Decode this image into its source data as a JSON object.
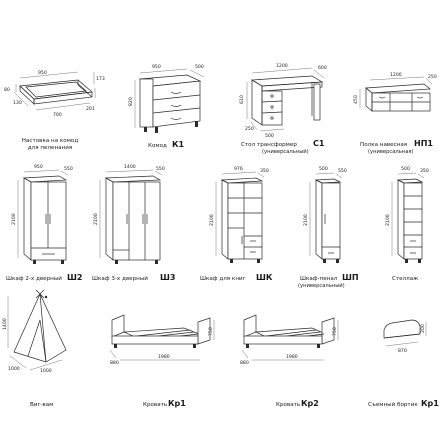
{
  "items": [
    {
      "caption": "Настовка на комод",
      "caption2": "для пеленания",
      "code": "",
      "dims": [
        "950",
        "80",
        "130",
        "201",
        "700",
        "173"
      ]
    },
    {
      "caption": "Комод",
      "caption2": "",
      "code": "К1",
      "dims": [
        "950",
        "500",
        "820"
      ]
    },
    {
      "caption": "Стол трансформер",
      "caption2": "(универсальный)",
      "code": "С1",
      "dims": [
        "1200",
        "600",
        "610",
        "500",
        "250"
      ]
    },
    {
      "caption": "Полка навесная",
      "caption2": "(универсальная)",
      "code": "НП1",
      "dims": [
        "1200",
        "250",
        "450"
      ]
    },
    {
      "caption": "Шкаф 2-х дверный",
      "caption2": "",
      "code": "Ш2",
      "dims": [
        "950",
        "550",
        "2100"
      ]
    },
    {
      "caption": "Шкаф 3-х дверный",
      "caption2": "",
      "code": "Ш3",
      "dims": [
        "1400",
        "550",
        "2100"
      ]
    },
    {
      "caption": "Шкаф для книг",
      "caption2": "",
      "code": "ШК",
      "dims": [
        "976",
        "350",
        "2100"
      ]
    },
    {
      "caption": "Шкаф-пенал",
      "caption2": "(универсальный)",
      "code": "ШП",
      "dims": [
        "500",
        "550",
        "2100"
      ]
    },
    {
      "caption": "Стеллаж",
      "caption2": "",
      "code": "",
      "dims": [
        "500",
        "350",
        "2100"
      ]
    },
    {
      "caption": "Виг-вам",
      "caption2": "",
      "code": "",
      "dims": [
        "1400",
        "1000",
        "1000"
      ]
    },
    {
      "caption": "Кровать",
      "caption2": "",
      "code": "Кр1",
      "dims": [
        "1980",
        "880",
        "750"
      ]
    },
    {
      "caption": "Кровать",
      "caption2": "",
      "code": "Кр2",
      "dims": [
        "1980",
        "880",
        "750"
      ]
    },
    {
      "caption": "Съемный бортик",
      "caption2": "",
      "code": "Кр1",
      "dims": [
        "870",
        "200"
      ]
    }
  ]
}
